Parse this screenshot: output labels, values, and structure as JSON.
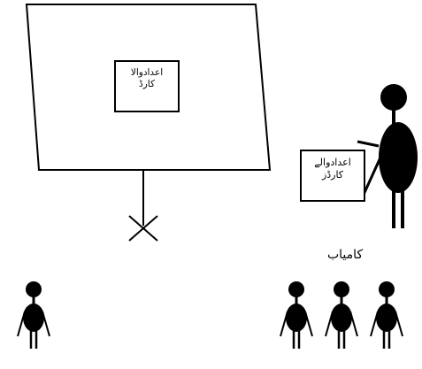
{
  "board_card": {
    "line1": "اعدادوالا",
    "line2": "کارڈ"
  },
  "held_card": {
    "line1": "اعدادوالے",
    "line2": "کارڈز"
  },
  "winners_label": "کامیاب",
  "colors": {
    "ink": "#000000",
    "paper": "#ffffff"
  }
}
